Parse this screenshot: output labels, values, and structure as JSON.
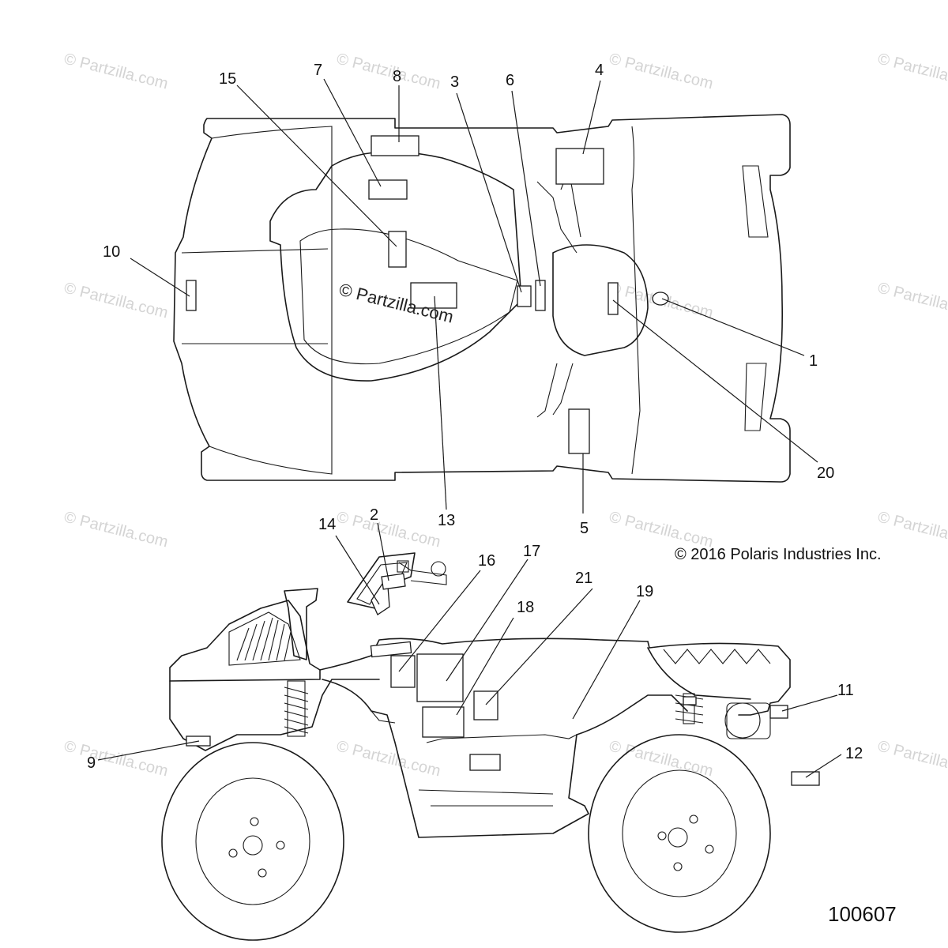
{
  "watermark": "© Partzilla.com",
  "center_watermark": "© Partzilla.com",
  "copyright": "© 2016 Polaris Industries Inc.",
  "figure_number": "100607",
  "callouts": {
    "c1": "1",
    "c2": "2",
    "c3": "3",
    "c4": "4",
    "c5": "5",
    "c6": "6",
    "c7": "7",
    "c8": "8",
    "c9": "9",
    "c10": "10",
    "c11": "11",
    "c12": "12",
    "c13": "13",
    "c14": "14",
    "c15": "15",
    "c16": "16",
    "c17": "17",
    "c18": "18",
    "c19": "19",
    "c20": "20",
    "c21": "21"
  }
}
